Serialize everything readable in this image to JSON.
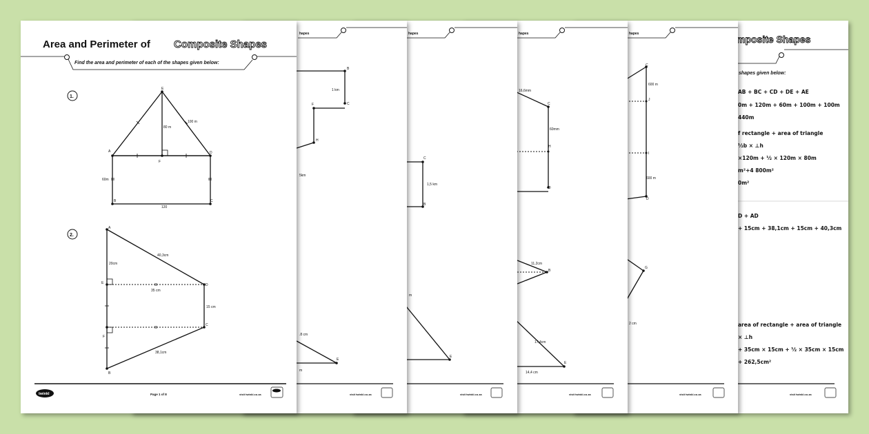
{
  "background_color": "#c9e0a9",
  "front_page": {
    "title_plain": "Area and Perimeter of",
    "title_outlined": "Composite Shapes",
    "instruction": "Find the area and perimeter of each of the shapes given below:",
    "question1": {
      "number": "1.",
      "points": {
        "A": "A",
        "B": "B",
        "C": "C",
        "D": "D",
        "E": "E",
        "F": "F"
      },
      "labels": {
        "height": "80 m",
        "slant": "100 m",
        "side": "60m",
        "base": "120"
      }
    },
    "question2": {
      "number": "2.",
      "points": {
        "A": "A",
        "B": "B",
        "C": "C",
        "D": "D",
        "E": "E",
        "F": "F"
      },
      "labels": {
        "ad": "40,3cm",
        "ae": "20cm",
        "ed": "35 cm",
        "dc": "15 cm",
        "cb": "38,1cm"
      }
    },
    "footer": {
      "logo": "twinkl",
      "page": "Page 1 of 8",
      "site": "visit twinkl.co.za"
    }
  },
  "back_pages": [
    {
      "header": "hapes",
      "labels": [
        "B",
        "1 km",
        "C",
        "F",
        "H",
        "5km",
        ".8 cm",
        "E",
        "m"
      ],
      "site": "visit twinkl.co.za"
    },
    {
      "header": "hapes",
      "labels": [
        "C",
        "1,5 km",
        "B",
        "m",
        "E"
      ],
      "site": "visit twinkl.co.za"
    },
    {
      "header": "hapes",
      "labels": [
        "16,6mm",
        "C",
        "60mm",
        "H",
        "D",
        "11,2cm",
        "B",
        "17,4cm",
        "E",
        "14,4 cm"
      ],
      "site": "visit twinkl.co.za"
    },
    {
      "header": "hapes",
      "labels": [
        "C",
        "600 m",
        "J",
        "I",
        "600 m",
        "D",
        "G",
        "2 cm"
      ],
      "site": "visit twinkl.co.za"
    },
    {
      "header": "mposite Shapes",
      "subheader": "shapes given below:",
      "answers": [
        "AB + BC + CD + DE + AE",
        "0m + 120m + 60m + 100m + 100m",
        "440m",
        "f rectangle + area of triangle",
        "½b × ⊥h",
        "×120m + ½ × 120m × 80m",
        "m²+4 800m²",
        "0m²",
        "D + AD",
        "+ 15cm + 38,1cm + 15cm + 40,3cm",
        "area of rectangle + area of triangle",
        "× ⊥h",
        "+ 35cm × 15cm + ½ × 35cm × 15cm",
        "+ 262,5cm²"
      ],
      "site": "visit twinkl.co.za"
    }
  ]
}
